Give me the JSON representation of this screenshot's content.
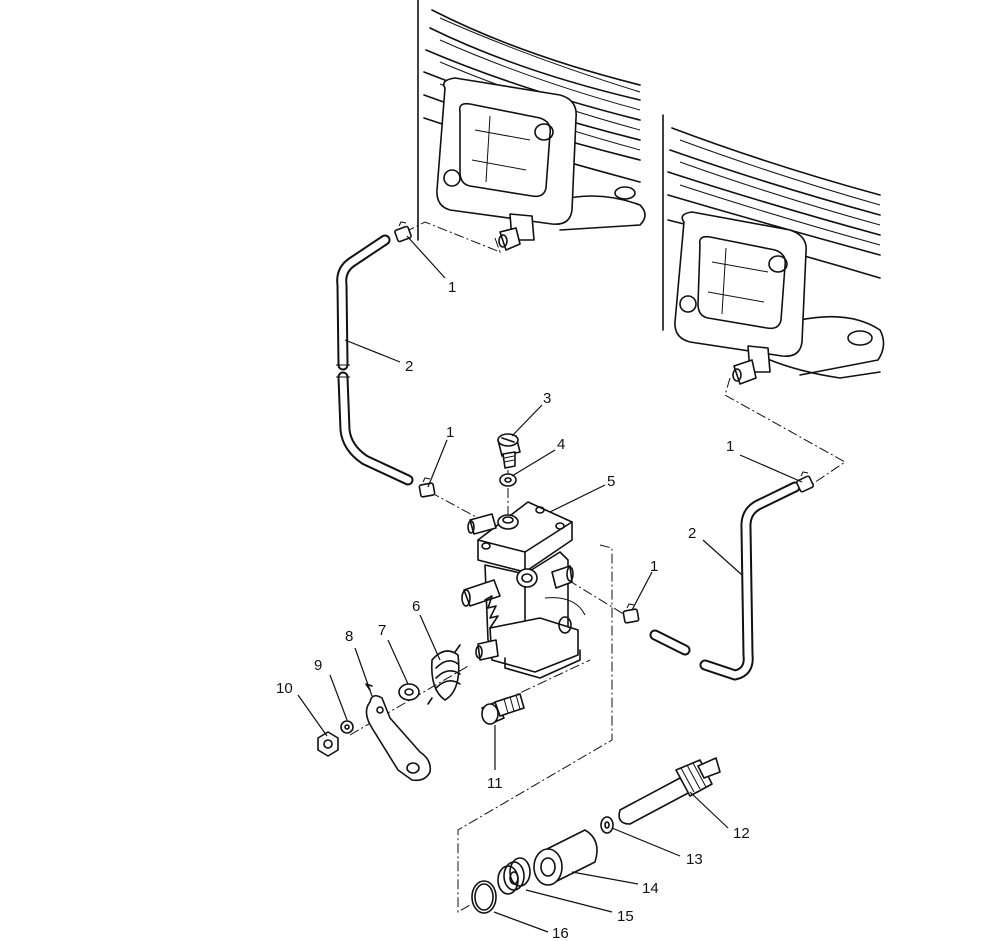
{
  "diagram": {
    "callouts": [
      {
        "id": "c1a",
        "label": "1"
      },
      {
        "id": "c2a",
        "label": "2"
      },
      {
        "id": "c1b",
        "label": "1"
      },
      {
        "id": "c3",
        "label": "3"
      },
      {
        "id": "c4",
        "label": "4"
      },
      {
        "id": "c5",
        "label": "5"
      },
      {
        "id": "c1c",
        "label": "1"
      },
      {
        "id": "c2b",
        "label": "2"
      },
      {
        "id": "c1d",
        "label": "1"
      },
      {
        "id": "c6",
        "label": "6"
      },
      {
        "id": "c7",
        "label": "7"
      },
      {
        "id": "c8",
        "label": "8"
      },
      {
        "id": "c9",
        "label": "9"
      },
      {
        "id": "c10",
        "label": "10"
      },
      {
        "id": "c11",
        "label": "11"
      },
      {
        "id": "c12",
        "label": "12"
      },
      {
        "id": "c13",
        "label": "13"
      },
      {
        "id": "c14",
        "label": "14"
      },
      {
        "id": "c15",
        "label": "15"
      },
      {
        "id": "c16",
        "label": "16"
      }
    ]
  }
}
